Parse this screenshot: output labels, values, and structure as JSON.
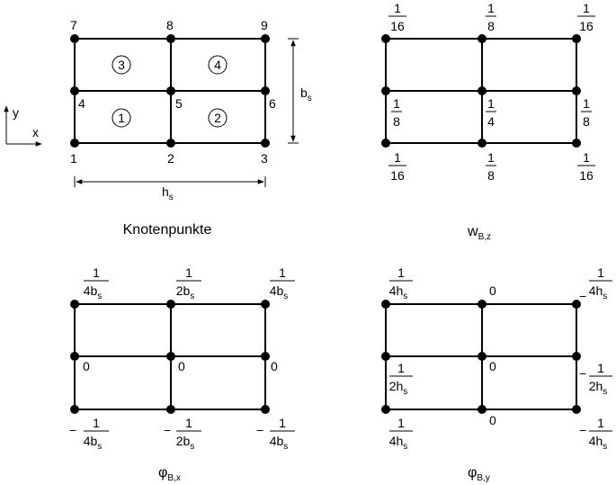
{
  "panels": {
    "knoten": {
      "caption": "Knotenpunkte",
      "node_labels": [
        "1",
        "2",
        "3",
        "4",
        "5",
        "6",
        "7",
        "8",
        "9"
      ],
      "element_labels": [
        "1",
        "2",
        "3",
        "4"
      ],
      "dim_h": {
        "main": "h",
        "sub": "s"
      },
      "dim_b": {
        "main": "b",
        "sub": "s"
      },
      "axis_y": "y",
      "axis_x": "x"
    },
    "wbz": {
      "caption": {
        "main": "w",
        "sub": "B,z"
      },
      "values": [
        {
          "num": "1",
          "den": "16"
        },
        {
          "num": "1",
          "den": "8"
        },
        {
          "num": "1",
          "den": "16"
        },
        {
          "num": "1",
          "den": "8"
        },
        {
          "num": "1",
          "den": "4"
        },
        {
          "num": "1",
          "den": "8"
        },
        {
          "num": "1",
          "den": "16"
        },
        {
          "num": "1",
          "den": "8"
        },
        {
          "num": "1",
          "den": "16"
        }
      ]
    },
    "phibx": {
      "caption": {
        "main": "φ",
        "sub": "B,x"
      },
      "top": [
        {
          "num": "1",
          "den": "4b",
          "sub": "s"
        },
        {
          "num": "1",
          "den": "2b",
          "sub": "s"
        },
        {
          "num": "1",
          "den": "4b",
          "sub": "s"
        }
      ],
      "mid": [
        "0",
        "0",
        "0"
      ],
      "bottom": [
        {
          "sign": "−",
          "num": "1",
          "den": "4b",
          "sub": "s"
        },
        {
          "sign": "−",
          "num": "1",
          "den": "2b",
          "sub": "s"
        },
        {
          "sign": "−",
          "num": "1",
          "den": "4b",
          "sub": "s"
        }
      ]
    },
    "phiby": {
      "caption": {
        "main": "φ",
        "sub": "B,y"
      },
      "top_left": {
        "num": "1",
        "den": "4h",
        "sub": "s"
      },
      "top_mid": "0",
      "top_right": {
        "sign": "−",
        "num": "1",
        "den": "4h",
        "sub": "s"
      },
      "mid_left": {
        "num": "1",
        "den": "2h",
        "sub": "s"
      },
      "mid_mid": "0",
      "mid_right": {
        "sign": "−",
        "num": "1",
        "den": "2h",
        "sub": "s"
      },
      "bot_left": {
        "num": "1",
        "den": "4h",
        "sub": "s"
      },
      "bot_mid": "0",
      "bot_right": {
        "sign": "−",
        "num": "1",
        "den": "4h",
        "sub": "s"
      }
    }
  }
}
